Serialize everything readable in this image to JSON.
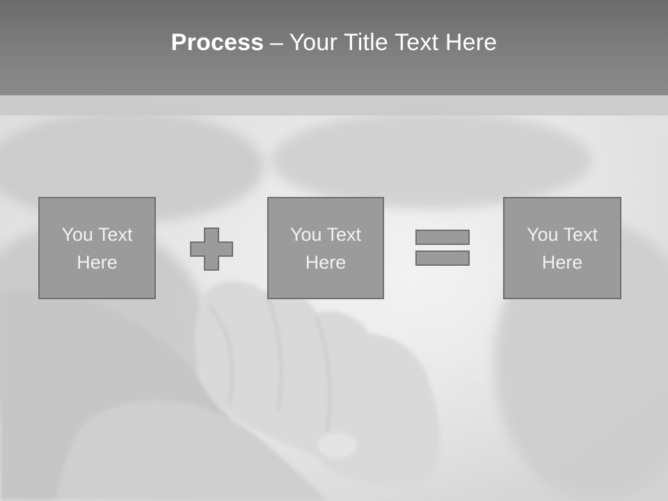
{
  "title": {
    "bold": "Process",
    "dash": "–",
    "rest": "Your Title Text Here"
  },
  "process": {
    "step1": "You Text Here",
    "operator1": "plus-icon",
    "step2": "You Text Here",
    "operator2": "equals-icon",
    "step3": "You Text Here"
  },
  "colors": {
    "title_bar": "#7f7f7f",
    "box_fill": "#9b9b9b",
    "box_border": "#6f6f6f",
    "text": "#ffffff"
  }
}
